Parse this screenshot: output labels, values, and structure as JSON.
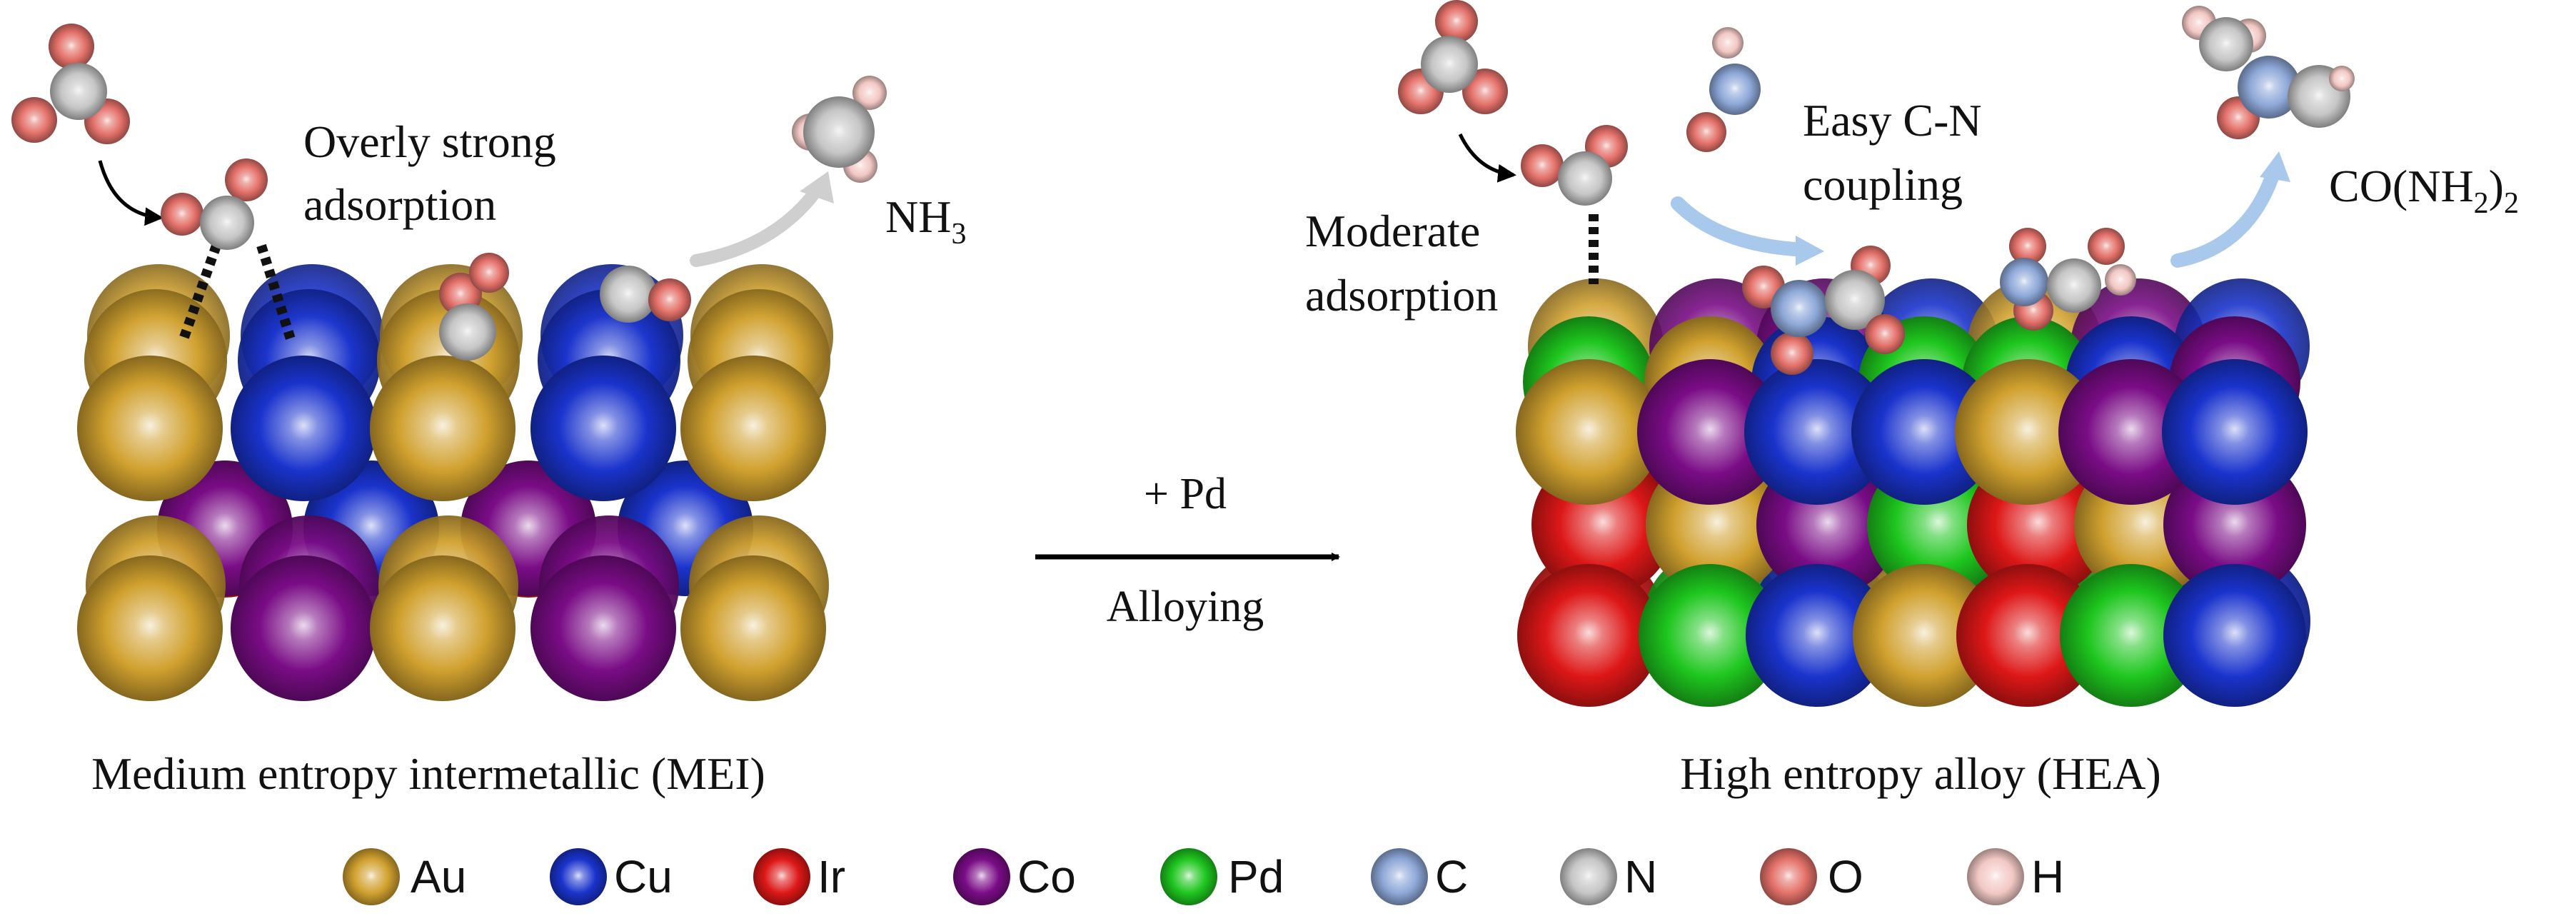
{
  "colors": {
    "Au": "#d1a12f",
    "Cu": "#1a33cc",
    "Ir": "#dd1717",
    "Co": "#7a0c86",
    "Pd": "#1ec61e",
    "C": "#8ea8d8",
    "N": "#c6c6c6",
    "O": "#e4716a",
    "H": "#f2c8c4",
    "arrow": "#000000",
    "flow_arrow_gray": "#c9c9c9",
    "flow_arrow_blue": "#a9c9ec"
  },
  "mei": {
    "caption": "Medium entropy intermetallic (MEI)",
    "adsorption_label_line1": "Overly strong",
    "adsorption_label_line2": "adsorption",
    "product_main": "NH",
    "product_sub": "3"
  },
  "hea": {
    "caption": "High entropy alloy (HEA)",
    "adsorption_label_line1": "Moderate",
    "adsorption_label_line2": "adsorption",
    "coupling_label_line1": "Easy C-N",
    "coupling_label_line2": "coupling",
    "product_a": "CO(NH",
    "product_sub": "2",
    "product_b": ")",
    "product_sub2": "2"
  },
  "transition": {
    "label_top": "+ Pd",
    "label_bottom": "Alloying"
  },
  "legend": [
    {
      "symbol": "Au",
      "color": "#d1a12f"
    },
    {
      "symbol": "Cu",
      "color": "#1a33cc"
    },
    {
      "symbol": "Ir",
      "color": "#dd1717"
    },
    {
      "symbol": "Co",
      "color": "#7a0c86"
    },
    {
      "symbol": "Pd",
      "color": "#1ec61e"
    },
    {
      "symbol": "C",
      "color": "#8ea8d8"
    },
    {
      "symbol": "N",
      "color": "#c6c6c6"
    },
    {
      "symbol": "O",
      "color": "#e4716a"
    },
    {
      "symbol": "H",
      "color": "#f2c8c4"
    }
  ]
}
